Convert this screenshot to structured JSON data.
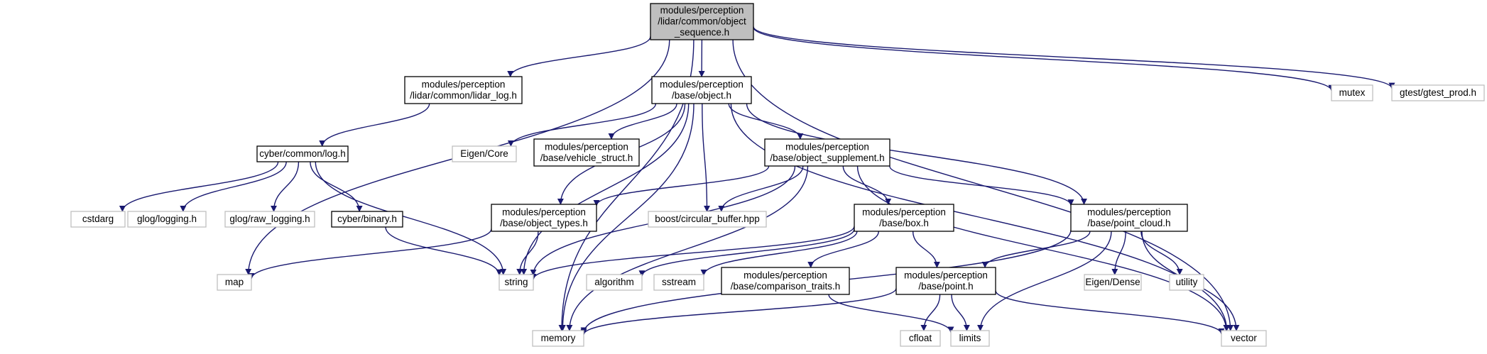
{
  "colors": {
    "edge": "#191970",
    "documented_border": "#000000",
    "external_border": "#bfbfbf",
    "root_fill": "#bfbfbf",
    "node_fill": "#ffffff"
  },
  "nodes": [
    {
      "id": "object_sequence",
      "kind": "root",
      "lines": [
        "modules/perception",
        "/lidar/common/object",
        "_sequence.h"
      ]
    },
    {
      "id": "lidar_log",
      "kind": "documented",
      "lines": [
        "modules/perception",
        "/lidar/common/lidar_log.h"
      ]
    },
    {
      "id": "object_h",
      "kind": "documented",
      "lines": [
        "modules/perception",
        "/base/object.h"
      ]
    },
    {
      "id": "mutex",
      "kind": "external",
      "lines": [
        "mutex"
      ]
    },
    {
      "id": "gtest_prod",
      "kind": "external",
      "lines": [
        "gtest/gtest_prod.h"
      ]
    },
    {
      "id": "cyber_log",
      "kind": "documented",
      "lines": [
        "cyber/common/log.h"
      ]
    },
    {
      "id": "eigen_core",
      "kind": "external",
      "lines": [
        "Eigen/Core"
      ]
    },
    {
      "id": "vehicle_struct",
      "kind": "documented",
      "lines": [
        "modules/perception",
        "/base/vehicle_struct.h"
      ]
    },
    {
      "id": "object_supplement",
      "kind": "documented",
      "lines": [
        "modules/perception",
        "/base/object_supplement.h"
      ]
    },
    {
      "id": "cstdarg",
      "kind": "external",
      "lines": [
        "cstdarg"
      ]
    },
    {
      "id": "glog_logging",
      "kind": "external",
      "lines": [
        "glog/logging.h"
      ]
    },
    {
      "id": "glog_raw",
      "kind": "external",
      "lines": [
        "glog/raw_logging.h"
      ]
    },
    {
      "id": "cyber_binary",
      "kind": "documented",
      "lines": [
        "cyber/binary.h"
      ]
    },
    {
      "id": "object_types",
      "kind": "documented",
      "lines": [
        "modules/perception",
        "/base/object_types.h"
      ]
    },
    {
      "id": "boost_cb",
      "kind": "external",
      "lines": [
        "boost/circular_buffer.hpp"
      ]
    },
    {
      "id": "box_h",
      "kind": "documented",
      "lines": [
        "modules/perception",
        "/base/box.h"
      ]
    },
    {
      "id": "point_cloud",
      "kind": "documented",
      "lines": [
        "modules/perception",
        "/base/point_cloud.h"
      ]
    },
    {
      "id": "map",
      "kind": "external",
      "lines": [
        "map"
      ]
    },
    {
      "id": "string",
      "kind": "external",
      "lines": [
        "string"
      ]
    },
    {
      "id": "algorithm",
      "kind": "external",
      "lines": [
        "algorithm"
      ]
    },
    {
      "id": "sstream",
      "kind": "external",
      "lines": [
        "sstream"
      ]
    },
    {
      "id": "comparison_traits",
      "kind": "documented",
      "lines": [
        "modules/perception",
        "/base/comparison_traits.h"
      ]
    },
    {
      "id": "point_h",
      "kind": "documented",
      "lines": [
        "modules/perception",
        "/base/point.h"
      ]
    },
    {
      "id": "eigen_dense",
      "kind": "external",
      "lines": [
        "Eigen/Dense"
      ]
    },
    {
      "id": "utility",
      "kind": "external",
      "lines": [
        "utility"
      ]
    },
    {
      "id": "memory",
      "kind": "external",
      "lines": [
        "memory"
      ]
    },
    {
      "id": "cfloat",
      "kind": "external",
      "lines": [
        "cfloat"
      ]
    },
    {
      "id": "limits",
      "kind": "external",
      "lines": [
        "limits"
      ]
    },
    {
      "id": "vector",
      "kind": "external",
      "lines": [
        "vector"
      ]
    }
  ],
  "edges": [
    [
      "object_sequence",
      "lidar_log"
    ],
    [
      "object_sequence",
      "object_h"
    ],
    [
      "object_sequence",
      "mutex"
    ],
    [
      "object_sequence",
      "gtest_prod"
    ],
    [
      "object_sequence",
      "map"
    ],
    [
      "object_sequence",
      "memory"
    ],
    [
      "object_sequence",
      "vector"
    ],
    [
      "lidar_log",
      "cyber_log"
    ],
    [
      "cyber_log",
      "cstdarg"
    ],
    [
      "cyber_log",
      "glog_logging"
    ],
    [
      "cyber_log",
      "glog_raw"
    ],
    [
      "cyber_log",
      "cyber_binary"
    ],
    [
      "cyber_log",
      "string"
    ],
    [
      "cyber_binary",
      "string"
    ],
    [
      "object_h",
      "eigen_core"
    ],
    [
      "object_h",
      "vehicle_struct"
    ],
    [
      "object_h",
      "object_supplement"
    ],
    [
      "object_h",
      "object_types"
    ],
    [
      "object_h",
      "boost_cb"
    ],
    [
      "object_h",
      "point_cloud"
    ],
    [
      "object_h",
      "memory"
    ],
    [
      "object_h",
      "string"
    ],
    [
      "object_h",
      "vector"
    ],
    [
      "object_supplement",
      "object_types"
    ],
    [
      "object_supplement",
      "boost_cb"
    ],
    [
      "object_supplement",
      "box_h"
    ],
    [
      "object_supplement",
      "point_cloud"
    ],
    [
      "object_supplement",
      "string"
    ],
    [
      "object_supplement",
      "memory"
    ],
    [
      "object_supplement",
      "vector"
    ],
    [
      "object_types",
      "map"
    ],
    [
      "object_types",
      "string"
    ],
    [
      "box_h",
      "algorithm"
    ],
    [
      "box_h",
      "sstream"
    ],
    [
      "box_h",
      "string"
    ],
    [
      "box_h",
      "comparison_traits"
    ],
    [
      "box_h",
      "point_h"
    ],
    [
      "point_cloud",
      "point_h"
    ],
    [
      "point_cloud",
      "eigen_dense"
    ],
    [
      "point_cloud",
      "utility"
    ],
    [
      "point_cloud",
      "vector"
    ],
    [
      "point_cloud",
      "limits"
    ],
    [
      "point_cloud",
      "memory"
    ],
    [
      "comparison_traits",
      "limits"
    ],
    [
      "point_h",
      "cfloat"
    ],
    [
      "point_h",
      "limits"
    ],
    [
      "point_h",
      "memory"
    ],
    [
      "point_h",
      "vector"
    ]
  ]
}
